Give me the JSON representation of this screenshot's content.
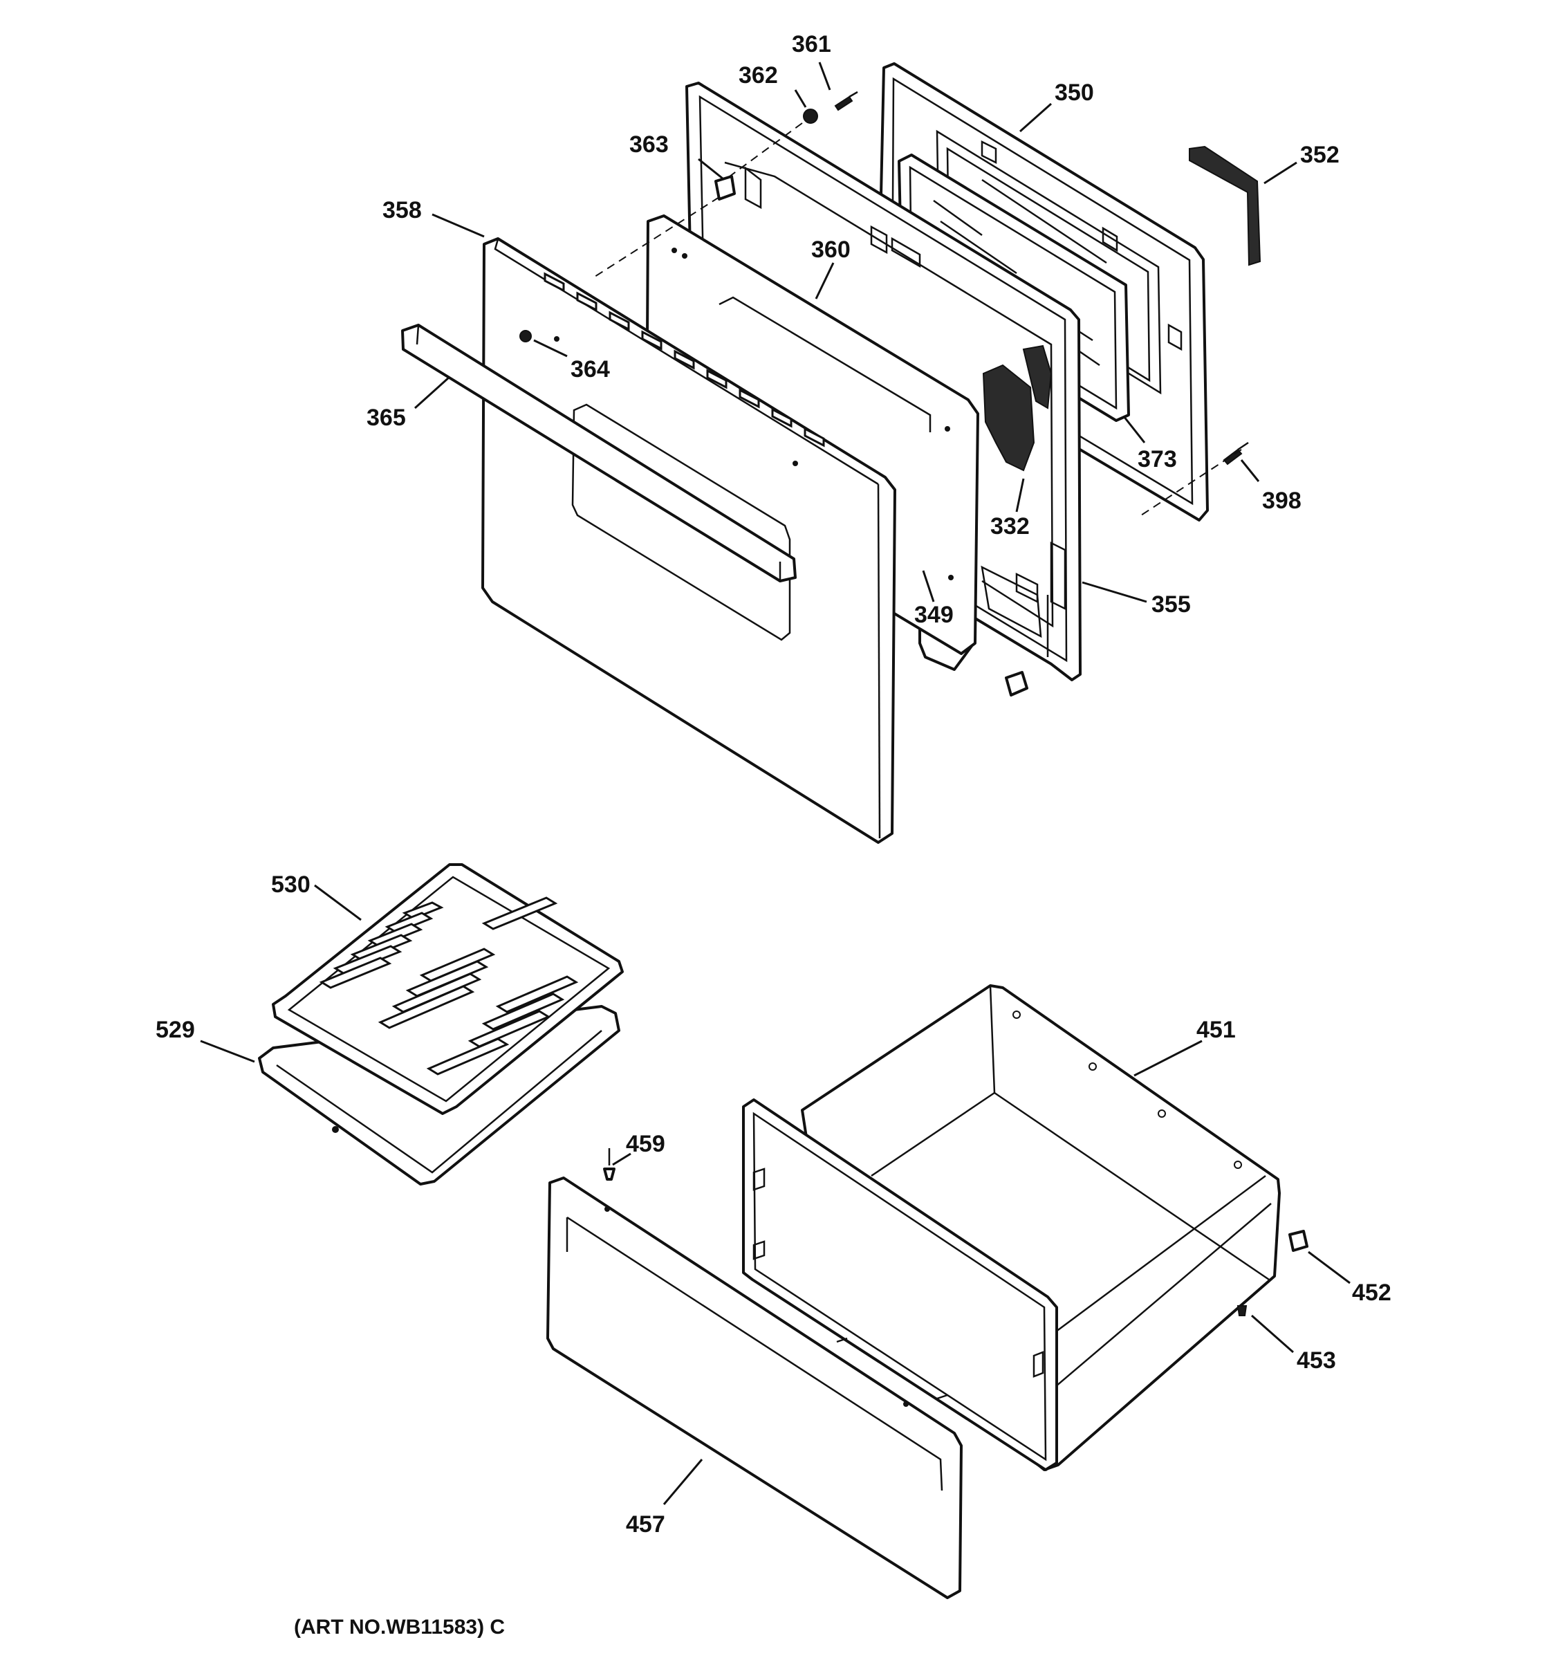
{
  "diagram": {
    "callouts": {
      "c361": "361",
      "c362": "362",
      "c350": "350",
      "c363": "363",
      "c352": "352",
      "c358": "358",
      "c360": "360",
      "c364": "364",
      "c365": "365",
      "c373": "373",
      "c398": "398",
      "c332": "332",
      "c349": "349",
      "c355": "355",
      "c530": "530",
      "c451": "451",
      "c529": "529",
      "c459": "459",
      "c452": "452",
      "c453": "453",
      "c457": "457"
    },
    "art_number": "(ART NO.WB11583) C"
  }
}
